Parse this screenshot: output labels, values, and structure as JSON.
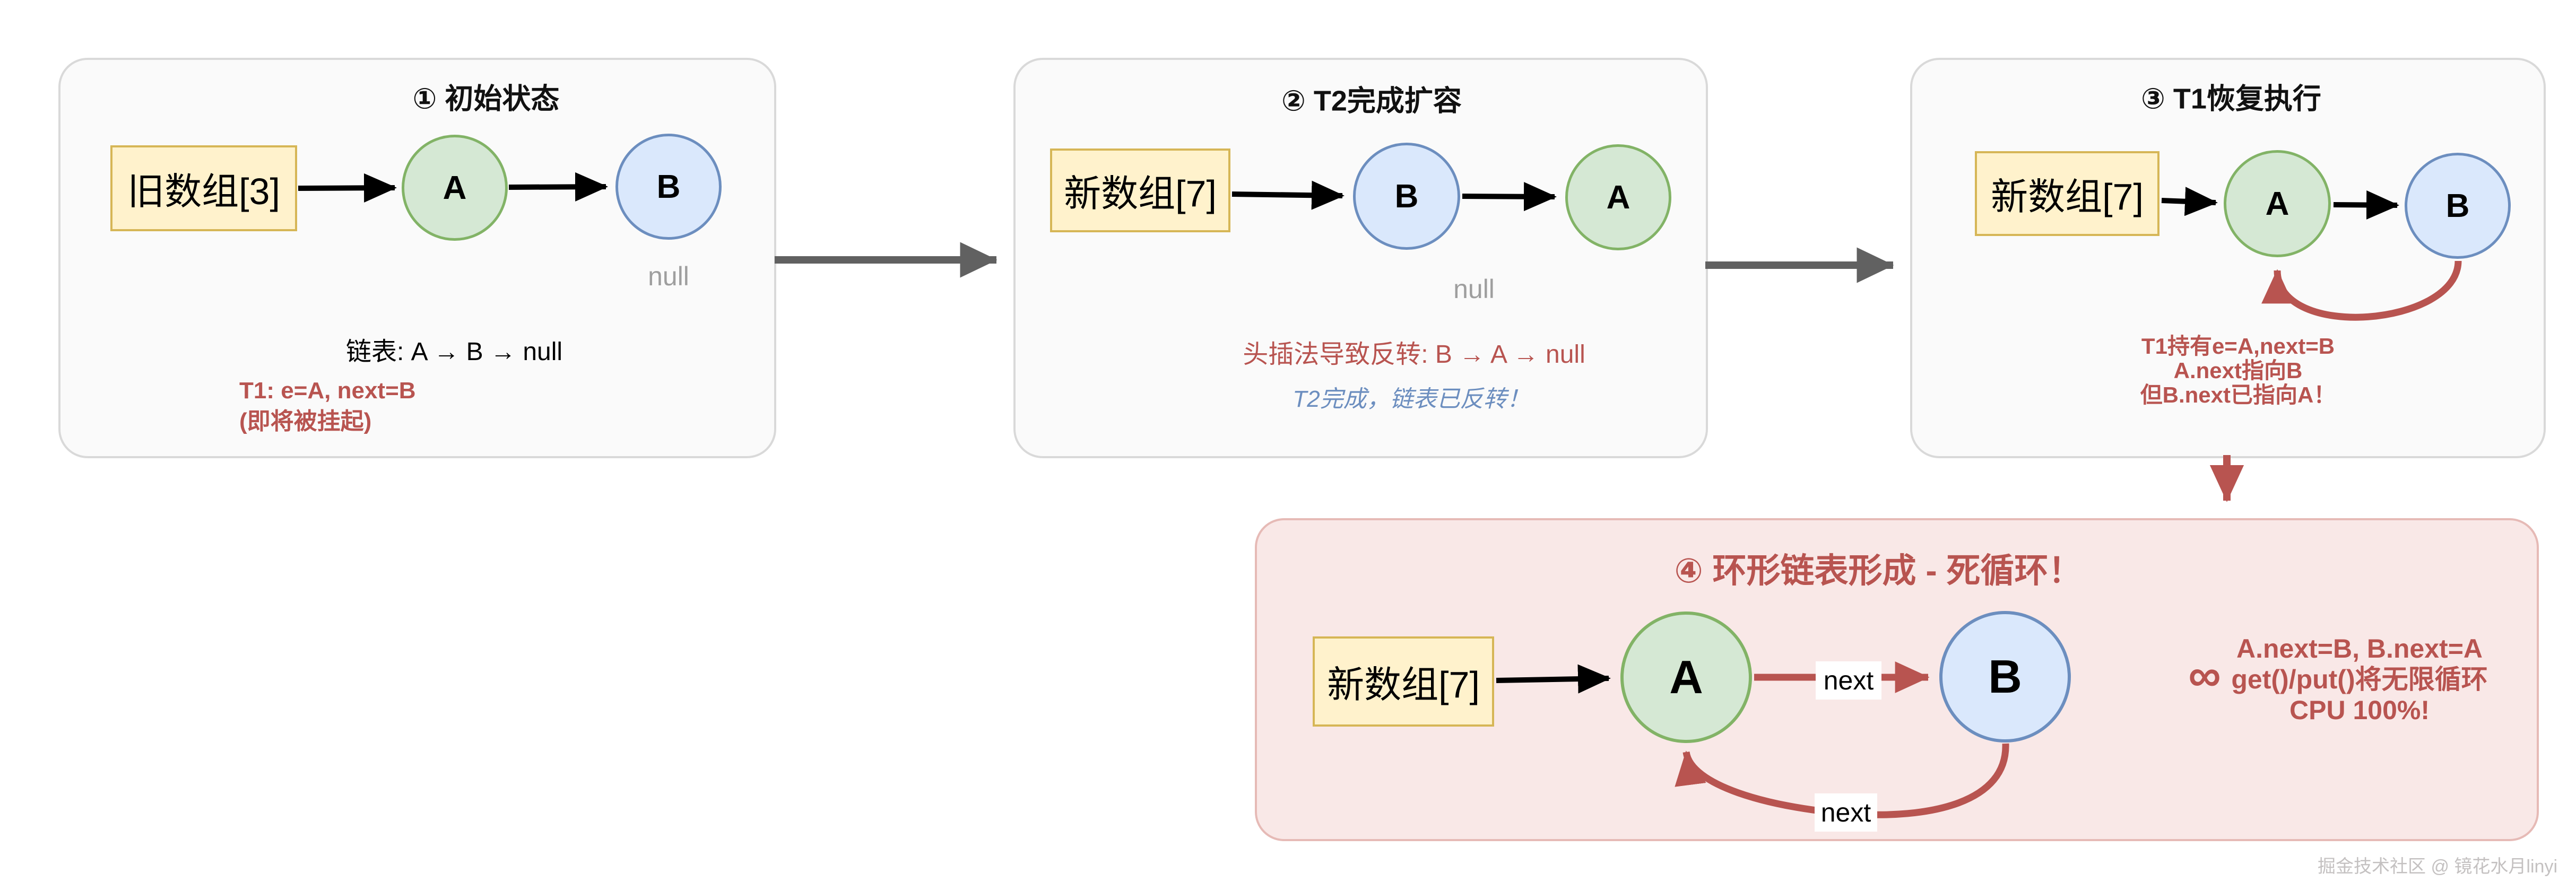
{
  "watermark": "掘金技术社区 @ 镜花水月linyi",
  "colors": {
    "yellow_fill": "#fff2cc",
    "yellow_stroke": "#d6b656",
    "green_fill": "#d5e8d4",
    "green_stroke": "#82b366",
    "blue_fill": "#dae8fc",
    "blue_stroke": "#6c8ebf",
    "red": "#b85450",
    "blue_text": "#6c8ebf",
    "gray_connector": "#616161",
    "black_arrow": "#000000",
    "panel_bg": "#fafafa",
    "panel_border": "#d9d9d9",
    "panel4_bg": "#f9e8e7",
    "panel4_border": "#e6bab6",
    "null_gray": "#9e9e9e"
  },
  "panels": [
    {
      "title": "① 初始状态",
      "array_label": "旧数组[3]",
      "nodes": [
        "A",
        "B"
      ],
      "null_label": "null",
      "caption": "链表: A → B → null",
      "notes": [
        "T1: e=A, next=B",
        "(即将被挂起)"
      ]
    },
    {
      "title": "② T2完成扩容",
      "array_label": "新数组[7]",
      "nodes": [
        "B",
        "A"
      ],
      "null_label": "null",
      "caption": "头插法导致反转: B → A → null",
      "note_blue": "T2完成，链表已反转！"
    },
    {
      "title": "③ T1恢复执行",
      "array_label": "新数组[7]",
      "nodes": [
        "A",
        "B"
      ],
      "notes": [
        "T1持有e=A,next=B",
        "A.next指向B",
        "但B.next已指向A！"
      ]
    },
    {
      "title": "④ 环形链表形成 - 死循环！",
      "array_label": "新数组[7]",
      "nodes": [
        "A",
        "B"
      ],
      "edge_labels": [
        "next",
        "next"
      ],
      "infinity_symbol": "∞",
      "notes": [
        "A.next=B, B.next=A",
        "get()/put()将无限循环",
        "CPU 100%!"
      ]
    }
  ]
}
